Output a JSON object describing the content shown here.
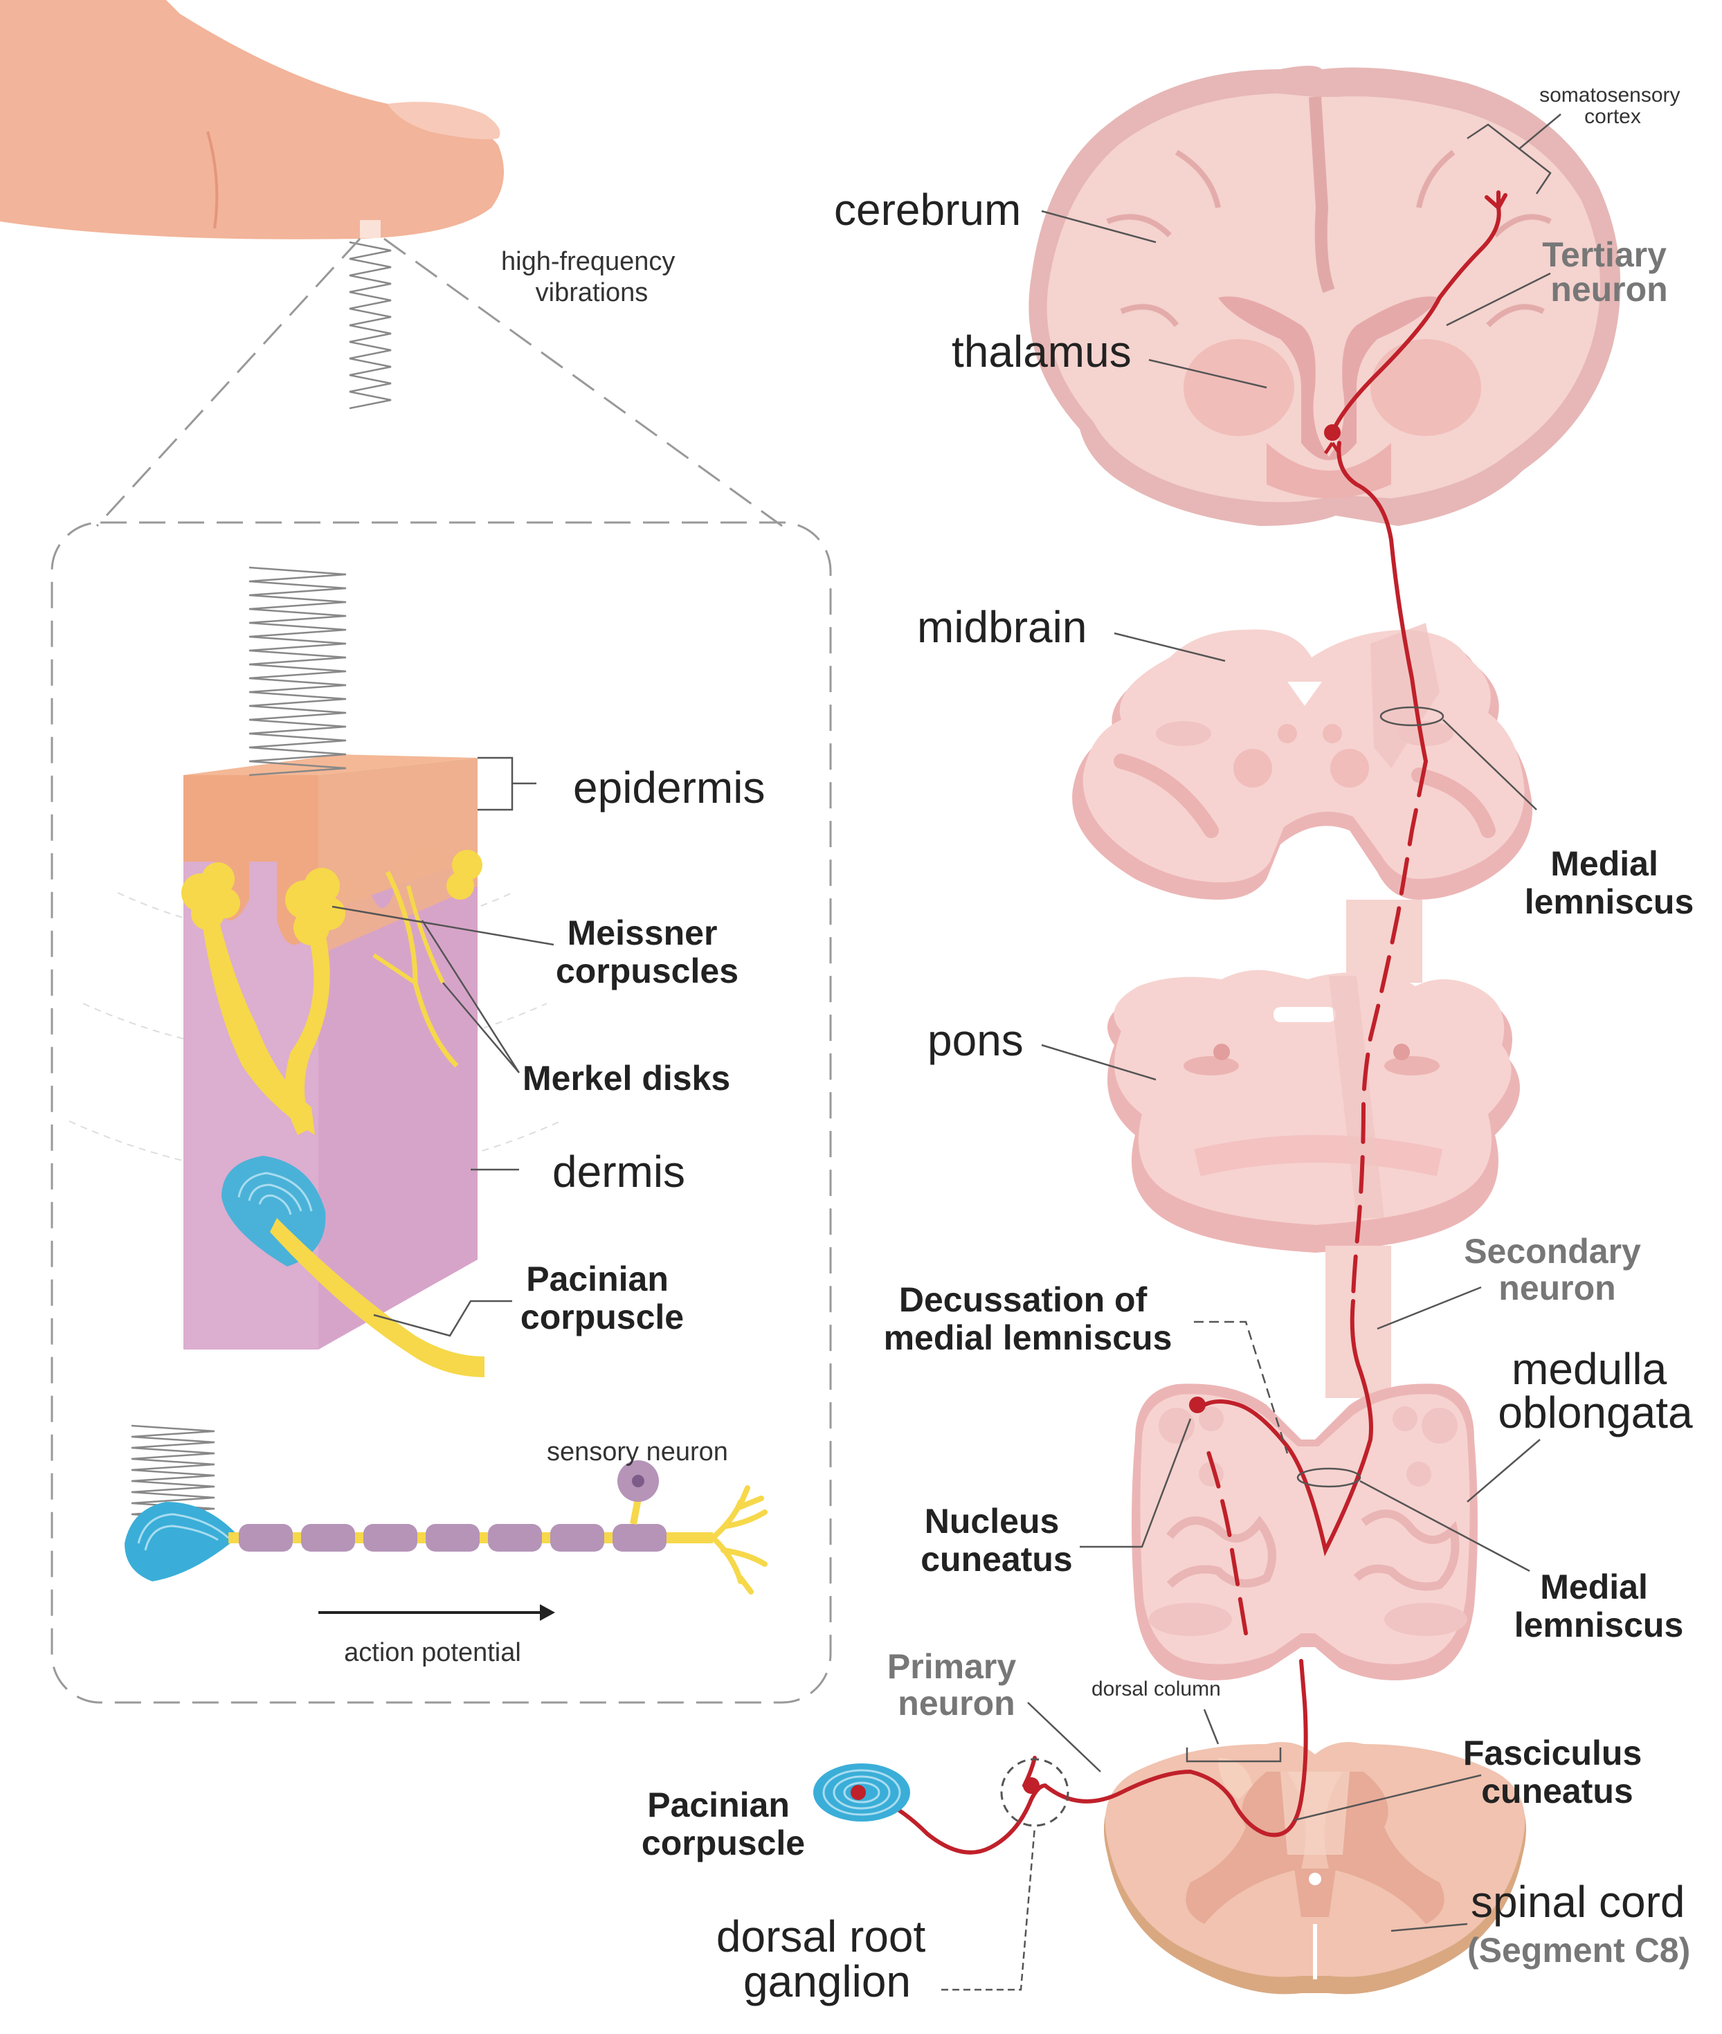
{
  "labels": {
    "high_frequency_vibrations": [
      "high-frequency",
      "vibrations"
    ],
    "epidermis": "epidermis",
    "meissner_corpuscles": [
      "Meissner",
      "corpuscles"
    ],
    "merkel_disks": "Merkel disks",
    "dermis": "dermis",
    "pacinian_corpuscle_skin": [
      "Pacinian",
      "corpuscle"
    ],
    "sensory_neuron": "sensory neuron",
    "action_potential": "action potential",
    "somatosensory_cortex": [
      "somatosensory",
      "cortex"
    ],
    "cerebrum": "cerebrum",
    "tertiary_neuron": [
      "Tertiary",
      "neuron"
    ],
    "thalamus": "thalamus",
    "midbrain": "midbrain",
    "medial_lemniscus_upper": [
      "Medial",
      "lemniscus"
    ],
    "pons": "pons",
    "secondary_neuron": [
      "Secondary",
      "neuron"
    ],
    "decussation": [
      "Decussation of",
      "medial lemniscus"
    ],
    "medulla_oblongata": [
      "medulla",
      "oblongata"
    ],
    "nucleus_cuneatus": [
      "Nucleus",
      "cuneatus"
    ],
    "medial_lemniscus_lower": [
      "Medial",
      "lemniscus"
    ],
    "primary_neuron": [
      "Primary",
      "neuron"
    ],
    "dorsal_column": "dorsal column",
    "fasciculus_cuneatus": [
      "Fasciculus",
      "cuneatus"
    ],
    "pacinian_corpuscle_receptor": [
      "Pacinian",
      "corpuscle"
    ],
    "spinal_cord": "spinal cord",
    "segment": "(Segment C8)",
    "dorsal_root_ganglion": [
      "dorsal root",
      "ganglion"
    ]
  },
  "colors": {
    "pathway": "#c0202a",
    "brain_tissue": "#f3c9c6",
    "brain_dark": "#e0a9a8",
    "skin": "#f2a98b",
    "epidermis": "#f0a882",
    "dermis": "#d9a9c8",
    "nerve": "#f6d84a",
    "pacinian": "#3aaed8",
    "axon_sheath": "#b594b8",
    "spinal": "#f1c3b0"
  }
}
